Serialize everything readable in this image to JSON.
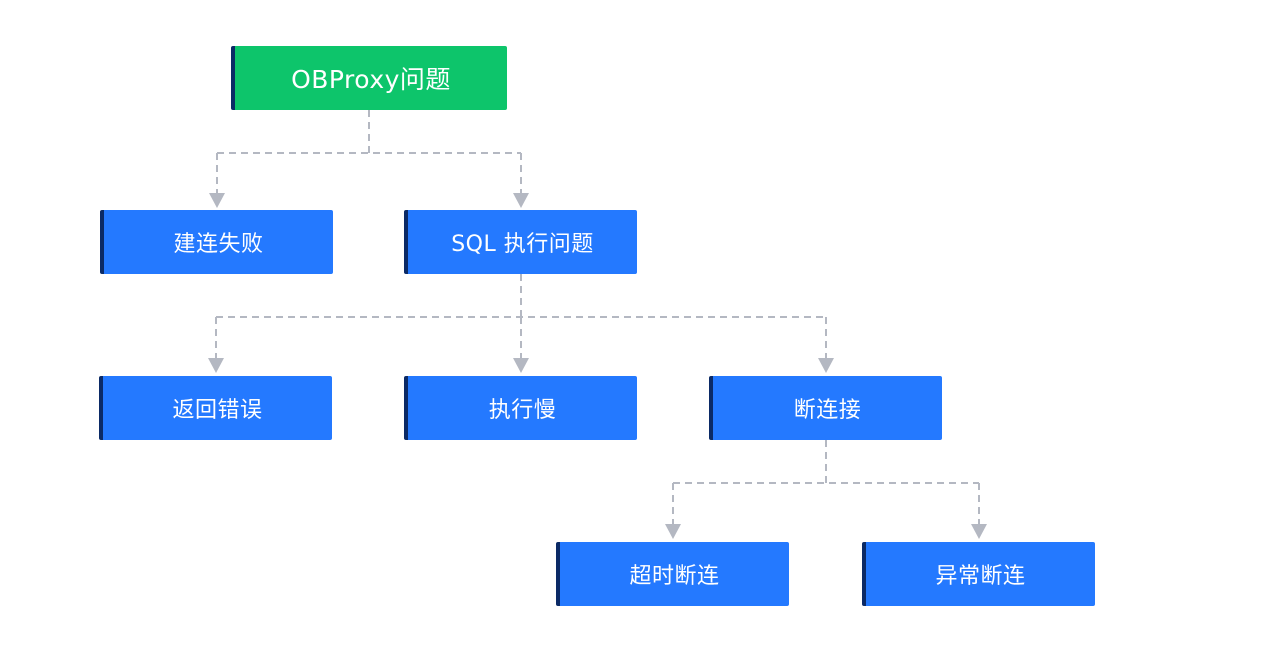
{
  "diagram": {
    "type": "tree",
    "nodes": {
      "root": "OBProxy问题",
      "conn_fail": "建连失败",
      "sql_issue": "SQL 执行问题",
      "return_error": "返回错误",
      "slow_exec": "执行慢",
      "disconnect": "断连接",
      "timeout_disconnect": "超时断连",
      "abnormal_disconnect": "异常断连"
    },
    "edges": [
      [
        "root",
        "conn_fail"
      ],
      [
        "root",
        "sql_issue"
      ],
      [
        "sql_issue",
        "return_error"
      ],
      [
        "sql_issue",
        "slow_exec"
      ],
      [
        "sql_issue",
        "disconnect"
      ],
      [
        "disconnect",
        "timeout_disconnect"
      ],
      [
        "disconnect",
        "abnormal_disconnect"
      ]
    ],
    "colors": {
      "root_fill": "#0dc56b",
      "node_fill": "#2479ff",
      "node_accent": "#0b2a66",
      "connector": "#b4b8c2"
    }
  }
}
